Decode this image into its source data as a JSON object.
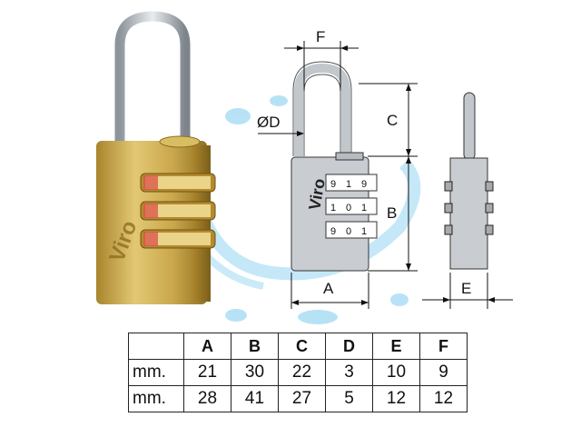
{
  "brand_label": "Viro",
  "dimension_labels": {
    "f": "F",
    "d": "ØD",
    "c": "C",
    "b": "B",
    "a": "A",
    "e": "E"
  },
  "dial_digits": [
    "9",
    "1",
    "9",
    "1",
    "0",
    "1",
    "9",
    "0",
    "1"
  ],
  "table": {
    "headers": [
      "A",
      "B",
      "C",
      "D",
      "E",
      "F"
    ],
    "rows": [
      {
        "unit": "mm.",
        "values": [
          "21",
          "30",
          "22",
          "3",
          "10",
          "9"
        ]
      },
      {
        "unit": "mm.",
        "values": [
          "28",
          "41",
          "27",
          "5",
          "12",
          "12"
        ]
      }
    ]
  },
  "colors": {
    "brass": "#c9a64a",
    "shackle": "#b9bec4",
    "watermark": "#6fc3ee"
  }
}
